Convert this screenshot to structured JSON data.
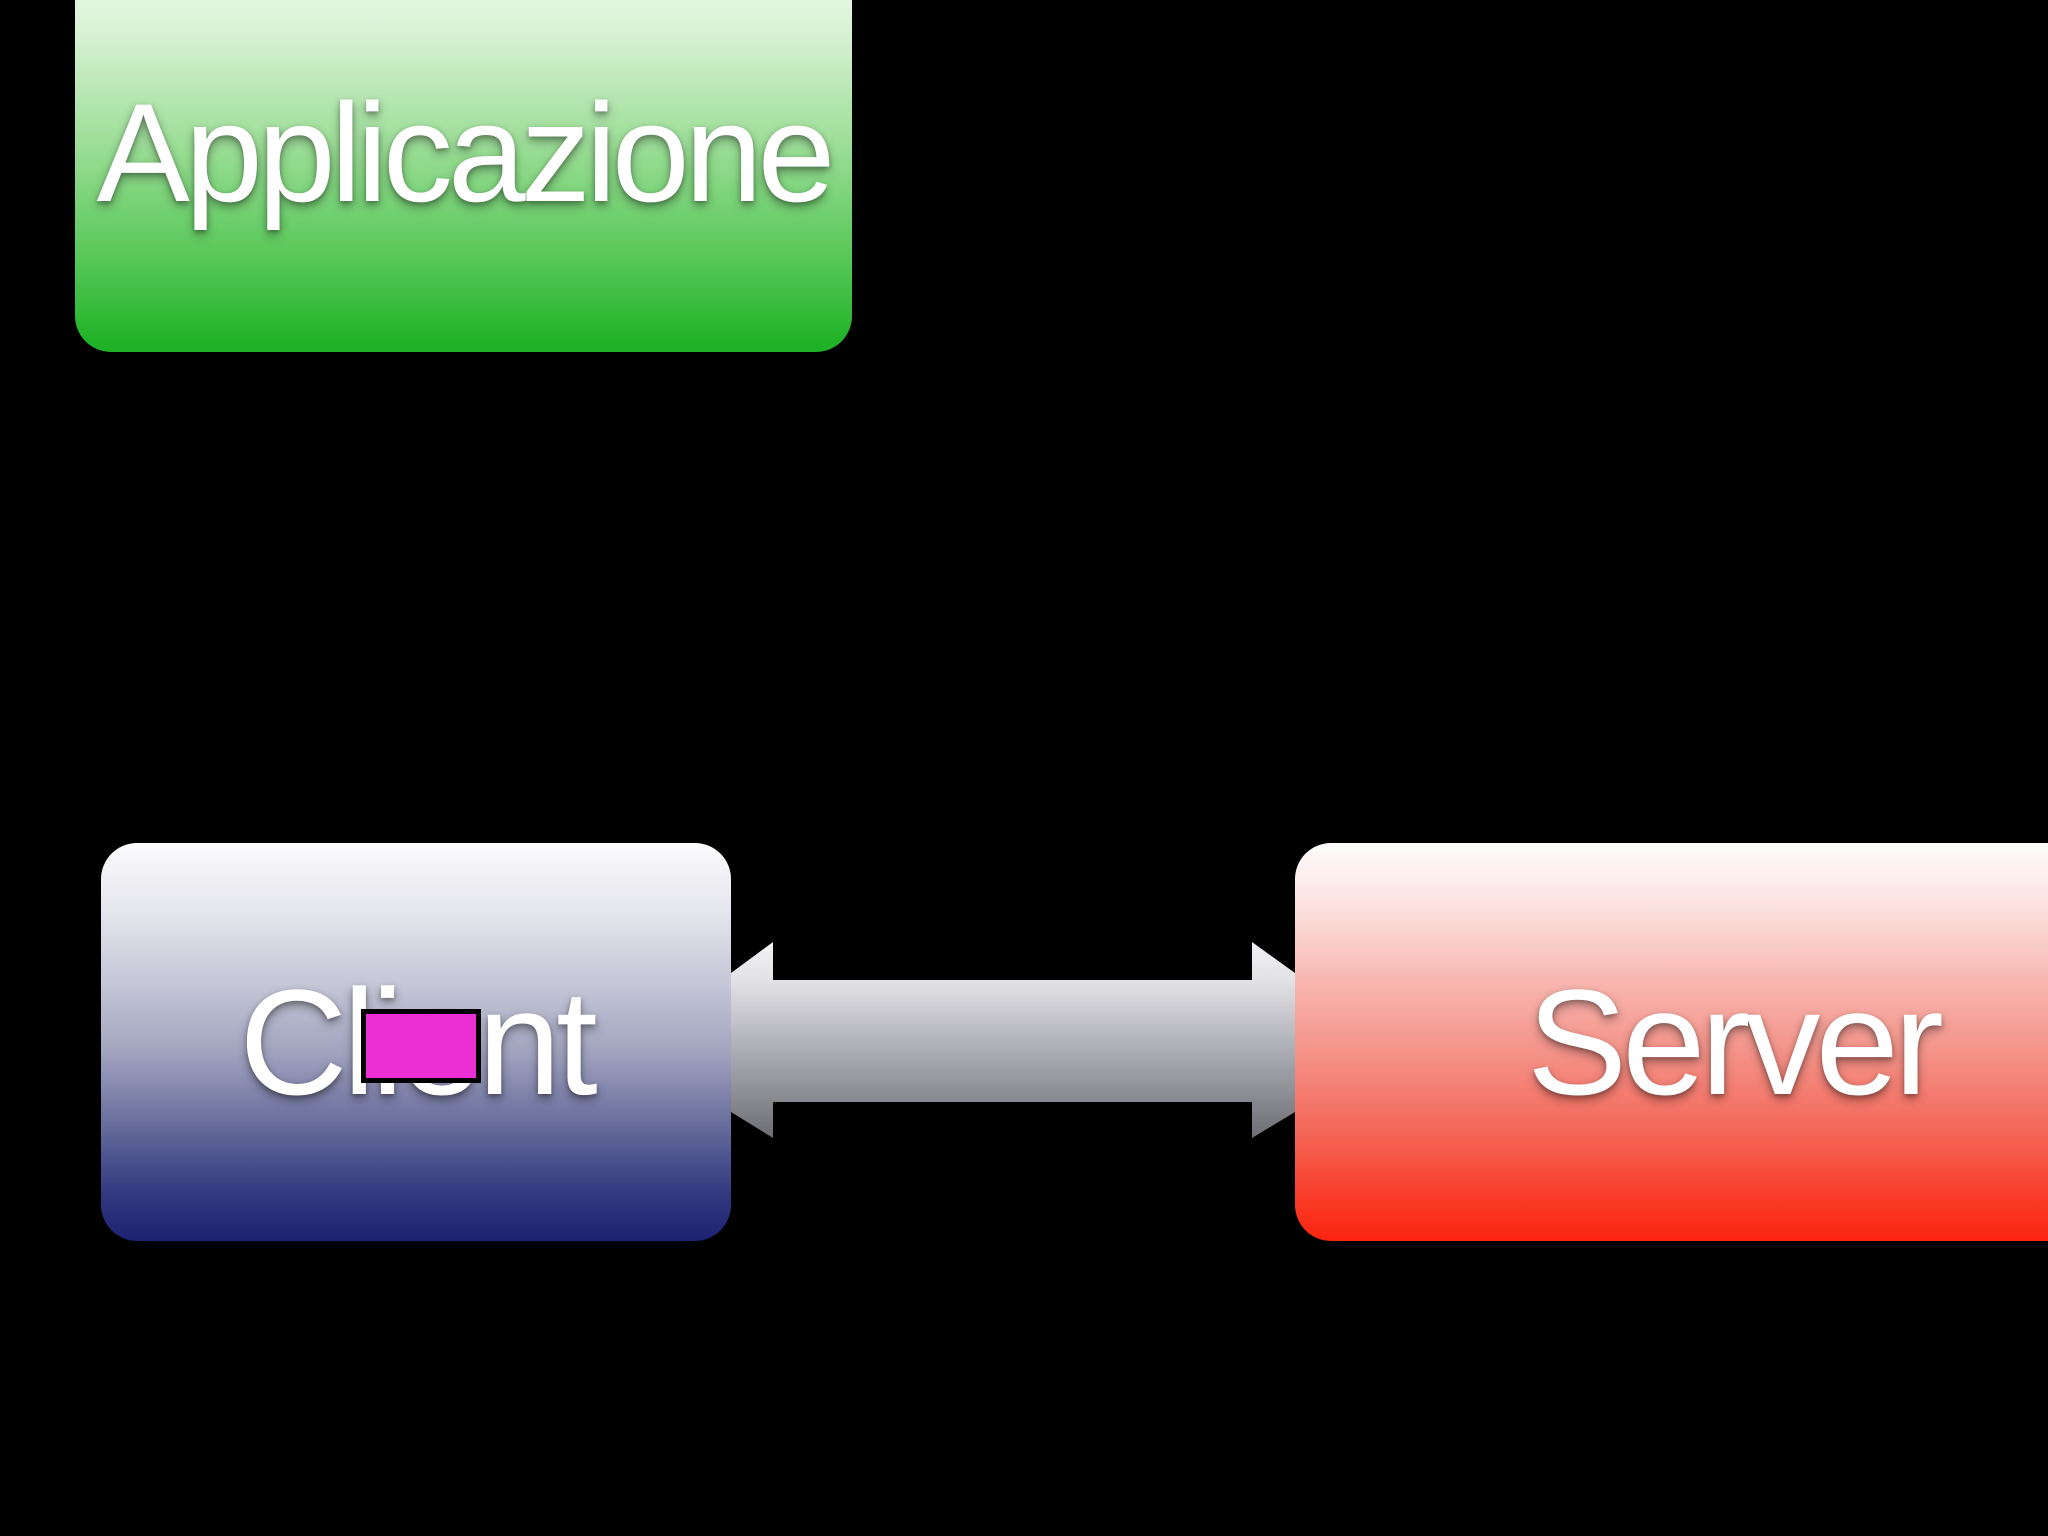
{
  "slide": {
    "background": "#000000",
    "text_color": "#ffffff",
    "nodes": {
      "applicazione": {
        "label": "Applicazione",
        "color_top": "#f6fbf5",
        "color_bottom": "#1fb028"
      },
      "client": {
        "label": "Client",
        "color_top": "#fcfcfd",
        "color_bottom": "#1d2171"
      },
      "server": {
        "label": "Server",
        "color_top": "#fefcfc",
        "color_bottom": "#fb2410"
      }
    },
    "connector": {
      "shape": "double-headed-arrow",
      "color_top": "#f2f2f4",
      "color_bottom": "#6d6d74"
    },
    "highlight": {
      "fill": "#ec2fd4",
      "border": "#000000"
    }
  }
}
